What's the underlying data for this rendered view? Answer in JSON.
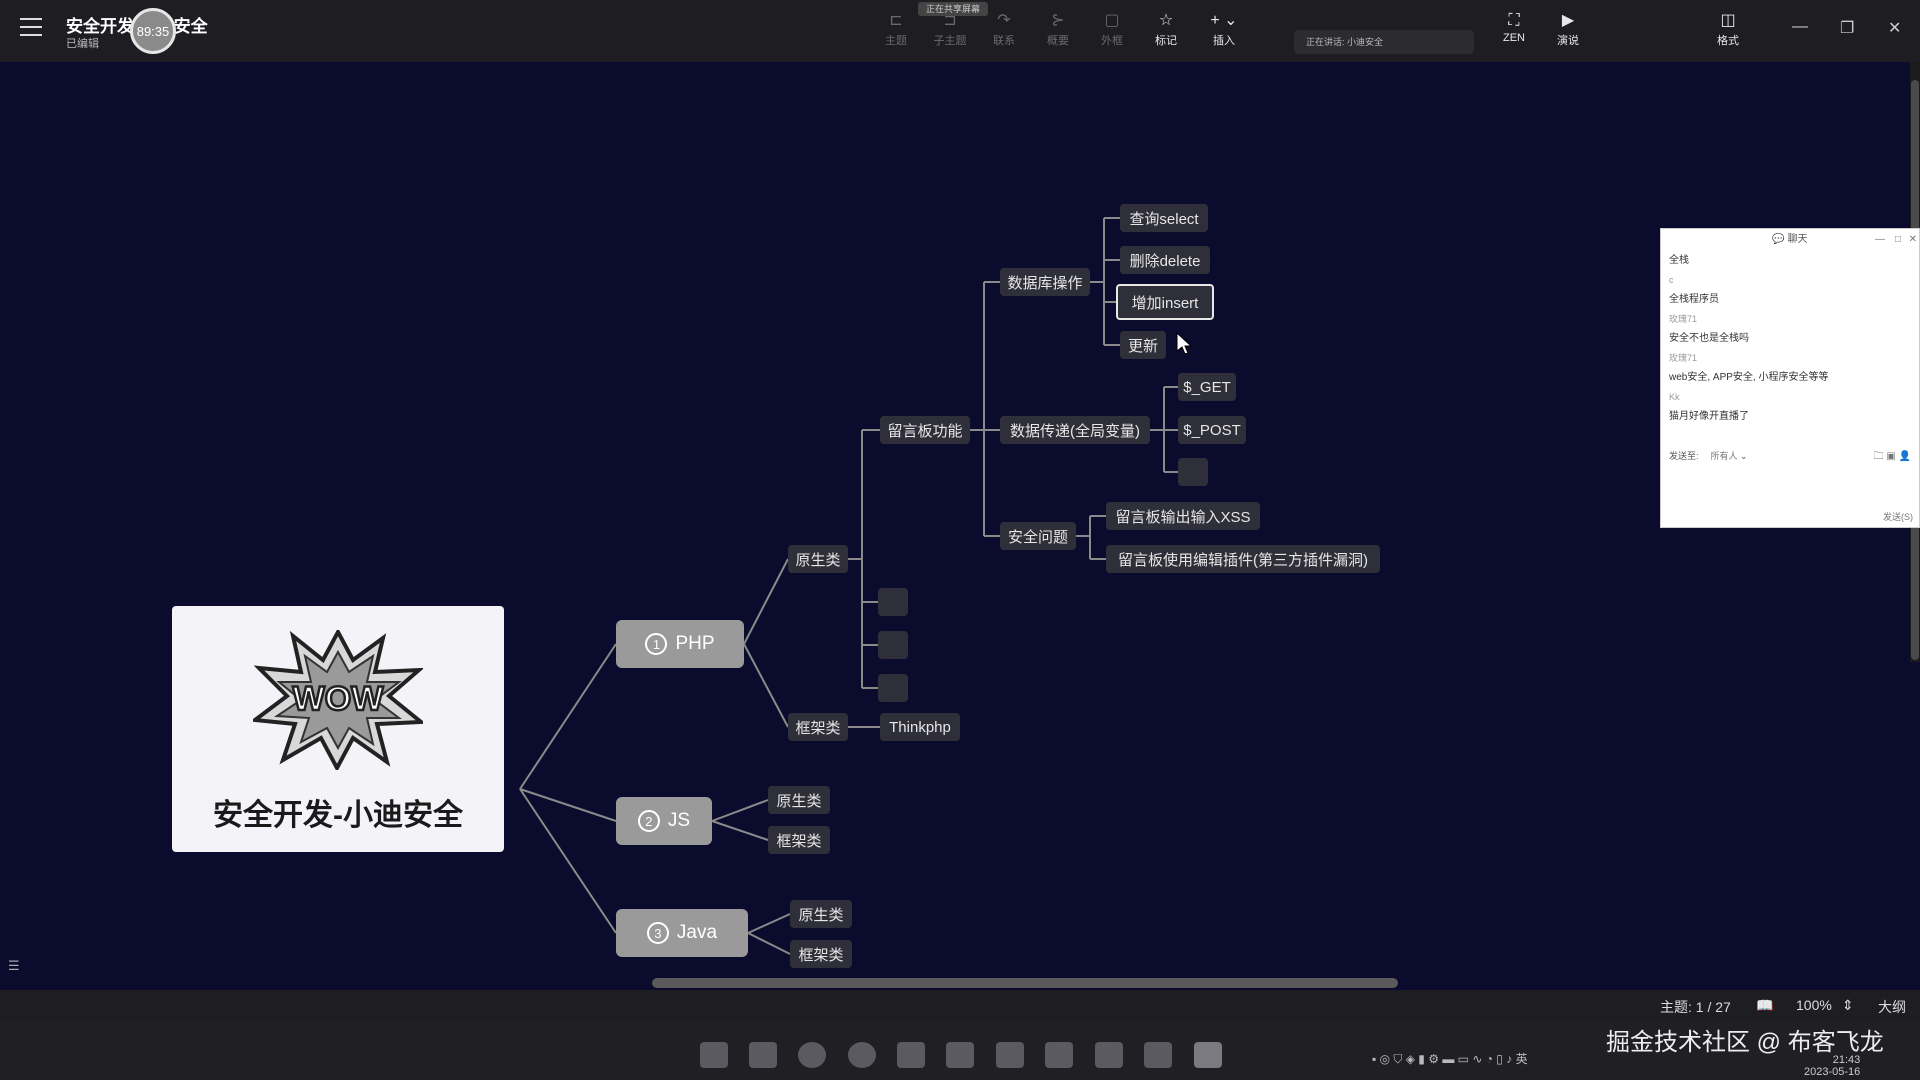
{
  "app": {
    "title": "安全开发-小迪安全",
    "subtitle": "已编辑",
    "timer": "89:35",
    "tooltip": "正在共享屏幕",
    "speaking": "正在讲话: 小迪安全"
  },
  "toolbar": {
    "topic": "主题",
    "subtopic": "子主题",
    "relation": "联系",
    "summary": "概要",
    "boundary": "外框",
    "marker": "标记",
    "insert": "插入",
    "zen": "ZEN",
    "present": "演说",
    "format": "格式"
  },
  "mindmap": {
    "central": "安全开发-小迪安全",
    "php": {
      "num": "1",
      "label": "PHP"
    },
    "js": {
      "num": "2",
      "label": "JS"
    },
    "java": {
      "num": "3",
      "label": "Java"
    },
    "native": "原生类",
    "framework": "框架类",
    "thinkphp": "Thinkphp",
    "guestbook": "留言板功能",
    "db_ops": "数据库操作",
    "select": "查询select",
    "delete": "删除delete",
    "insert": "增加insert",
    "update": "更新",
    "data_pass": "数据传递(全局变量)",
    "get": "$_GET",
    "post": "$_POST",
    "security": "安全问题",
    "xss": "留言板输出输入XSS",
    "plugin": "留言板使用编辑插件(第三方插件漏洞)"
  },
  "chat": {
    "title": "聊天",
    "messages": [
      {
        "text": "全栈",
        "who": false
      },
      {
        "text": "c",
        "who": true
      },
      {
        "text": "全栈程序员",
        "who": false
      },
      {
        "text": "玫瑰71",
        "who": true
      },
      {
        "text": "安全不也是全栈吗",
        "who": false
      },
      {
        "text": "玫瑰71",
        "who": true
      },
      {
        "text": "web安全, APP安全, 小程序安全等等",
        "who": false
      },
      {
        "text": "Kk",
        "who": true
      },
      {
        "text": "猫月好像开直播了",
        "who": false
      }
    ],
    "send_to": "发送至:",
    "recipient": "所有人",
    "send_button": "发送(S)"
  },
  "status": {
    "topic_count": "主题: 1 / 27",
    "zoom": "100%",
    "outline": "大纲"
  },
  "taskbar": {
    "watermark": "掘金技术社区 @ 布客飞龙",
    "time": "21:43",
    "date": "2023-05-16"
  }
}
